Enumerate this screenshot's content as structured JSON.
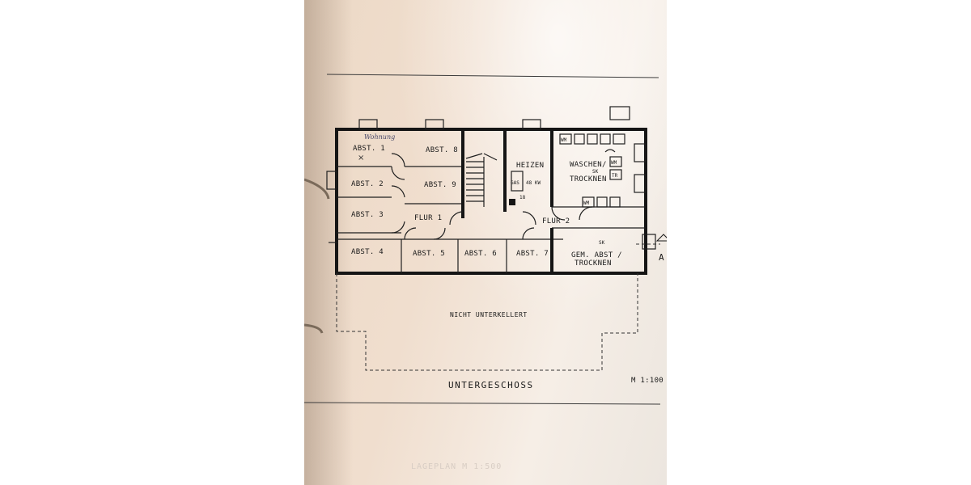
{
  "floor_plan": {
    "title": "UNTERGESCHOSS",
    "scale": "M 1:100",
    "unexcavated_label": "NICHT UNTERKELLERT",
    "section_marker": "A",
    "handwritten_note": "Wohnung",
    "rooms": {
      "abst1": "ABST. 1",
      "abst2": "ABST. 2",
      "abst3": "ABST. 3",
      "abst4": "ABST. 4",
      "abst5": "ABST. 5",
      "abst6": "ABST. 6",
      "abst7": "ABST. 7",
      "abst8": "ABST. 8",
      "abst9": "ABST. 9",
      "flur1": "FLUR 1",
      "flur2": "FLUR 2",
      "heizen": "HEIZEN",
      "waschen_line1": "WASCHEN/",
      "waschen_line2": "TROCKNEN",
      "gem_line1": "GEM. ABST /",
      "gem_line2": "TROCKNEN"
    },
    "fixtures": {
      "gas_label": "GAS",
      "boiler_power": "48 KW",
      "boiler_code": "18",
      "wm": "WM",
      "tr": "TR",
      "sk": "SK"
    },
    "faded_bottom_text": "LAGEPLAN M 1:500"
  }
}
